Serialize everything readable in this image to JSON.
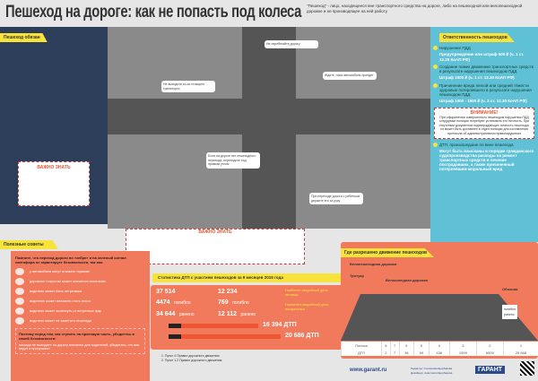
{
  "header": {
    "title": "Пешеход на дороге: как не попасть под колеса",
    "subtitle": "\"Пешеход\" - лицо, находящееся вне транспортного средства на дороге, либо на пешеходной или велопешеходной дорожке и не производящее на ней работу"
  },
  "left": {
    "tag": "Пешеход обязан",
    "important": "ВАЖНО ЗНАТЬ"
  },
  "scene": {
    "notes": [
      "Не перебегайте дорогу",
      "Ждите, пока автомобиль проедет",
      "Не выходите из-за стоящего транспорта",
      "Если на дороге нет пешеходного перехода, переходите под прямым углом",
      "При переходе дороги с ребенком держите его за руку"
    ],
    "important": "ВАЖНО ЗНАТЬ"
  },
  "responsibility": {
    "tag": "Ответственность пешеходов",
    "items": [
      {
        "head": "Нарушение ПДД",
        "body": "Предупреждение или штраф 500 ₽ (ч. 1 ст. 12.29 КоАП РФ)"
      },
      {
        "head": "Создание помех движению транспортных средств в результате нарушения пешеходом ПДД",
        "body": "Штраф 1000 ₽ (ч. 1 ст. 12.30 КоАП РФ)"
      },
      {
        "head": "Причинение вреда легкой или средней тяжести здоровью потерпевшего в результате нарушения пешеходом ПДД",
        "body": "Штраф 1000 - 1500 ₽ (ч. 2 ст. 12.30 КоАП РФ)"
      }
    ],
    "warning_title": "ВНИМАНИЕ!",
    "warning_text": "При оформлении совершенного пешеходом нарушения ПДД сотрудники полиции потребуют установить его личность. При отсутствии документов подтверждающих личность пешехода, он может быть доставлен в отдел полиции для составления протокола об административном правонарушении",
    "dtp_head": "ДТП, произошедшие по вине пешехода",
    "dtp_body": "Могут быть взысканы в порядке гражданского судопроизводства расходы на ремонт транспортных средств и лечение пострадавших, а также причиненный потерпевшим моральный вред"
  },
  "tips": {
    "tag": "Полезные советы",
    "intro": "Помните, что переход дороги по «зебре» и на зеленый сигнал светофора не гарантирует безопасности, так как:",
    "items": [
      "у автомобиля могут отказать тормоза",
      "дорожное покрытие может оказаться скользким",
      "водитель может быть нетрезвым",
      "водителю может внезапно стать плохо",
      "водитель может ослепнуть от встречных фар",
      "водитель может не заметить пешехода"
    ],
    "outro_head": "Поэтому перед тем, как ступить на проезжую часть, убедитесь в своей безопасности:",
    "outro": "никогда не выходите на дорогу внезапно для водителей, убедитесь, что вас видят и пропускают"
  },
  "stats": {
    "title": "Статистика ДТП с участием пешеходов за 9 месяцев 2015 года",
    "a": {
      "total": "37 514",
      "killed": "4474",
      "injured": "34 644"
    },
    "b": {
      "total": "12 234",
      "killed": "769",
      "injured": "12 112"
    },
    "killed_label": "погибло",
    "injured_label": "ранено",
    "bar1": "16 394 ДТП",
    "bar2": "20 686 ДТП",
    "most": "Наиболее аварийный день: пятница",
    "least": "Наименее аварийный день: воскресенье"
  },
  "where": {
    "tag": "Где разрешено движение пешеходов",
    "lanes": [
      "Тротуар",
      "Велопешеходная дорожка",
      "Велосипедная дорожка",
      "Обочина"
    ],
    "legend_killed": "погибло",
    "legend_injured": "ранено",
    "row_labels": [
      "Полоса",
      "ДТП"
    ],
    "lane_numbers": [
      "8",
      "7",
      "6",
      "5",
      "4",
      "3",
      "2",
      "1"
    ],
    "dtp": [
      "2",
      "7",
      "36",
      "99",
      "436",
      "1599",
      "6500",
      "25 868"
    ]
  },
  "footnotes": [
    "1. Пункт 4 Правил дорожного движения",
    "2. Пункт 1.2 Правил дорожного движения"
  ],
  "footer": {
    "url": "www.garant.ru",
    "brand": "ГАРАНТ",
    "editor": "Редактор: Степанова Щербакова",
    "designer": "Дизайнер: Анастасия Щербакова"
  }
}
